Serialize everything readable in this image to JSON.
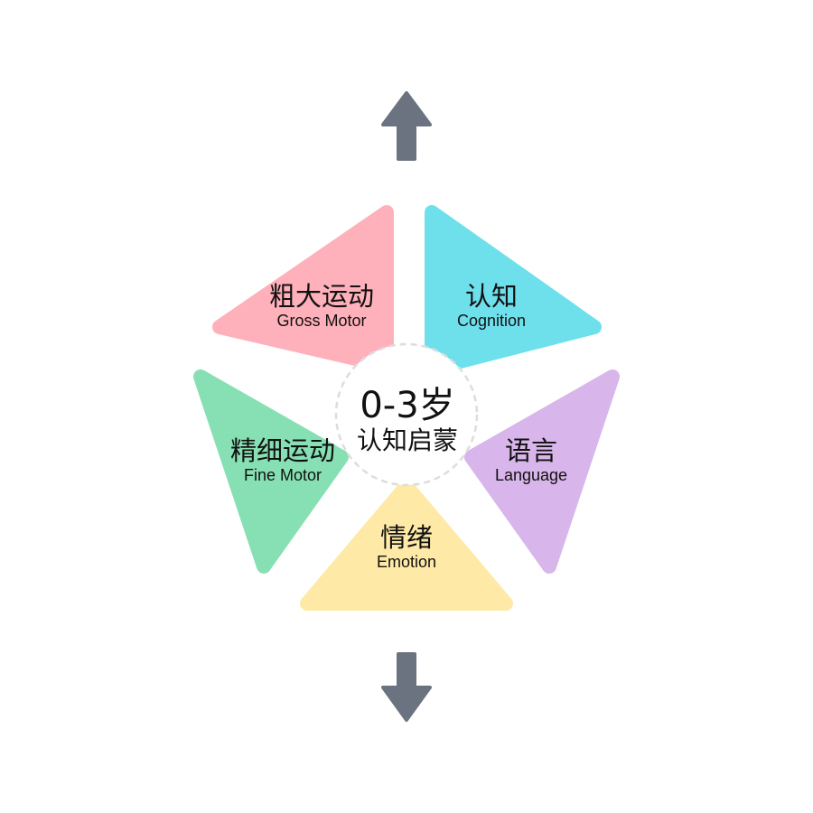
{
  "arrows": {
    "up_icon": "arrow-up-icon",
    "down_icon": "arrow-down-icon",
    "color": "#6b7380"
  },
  "center": {
    "age": "0-3岁",
    "title": "认知启蒙",
    "border_color": "#dddddd"
  },
  "segments": [
    {
      "id": "gross-motor",
      "zh": "粗大运动",
      "en": "Gross Motor",
      "color": "#feb0bb"
    },
    {
      "id": "cognition",
      "zh": "认知",
      "en": "Cognition",
      "color": "#6ee0ec"
    },
    {
      "id": "language",
      "zh": "语言",
      "en": "Language",
      "color": "#d8b5ea"
    },
    {
      "id": "emotion",
      "zh": "情绪",
      "en": "Emotion",
      "color": "#feeaa6"
    },
    {
      "id": "fine-motor",
      "zh": "精细运动",
      "en": "Fine Motor",
      "color": "#87e0b3"
    }
  ]
}
